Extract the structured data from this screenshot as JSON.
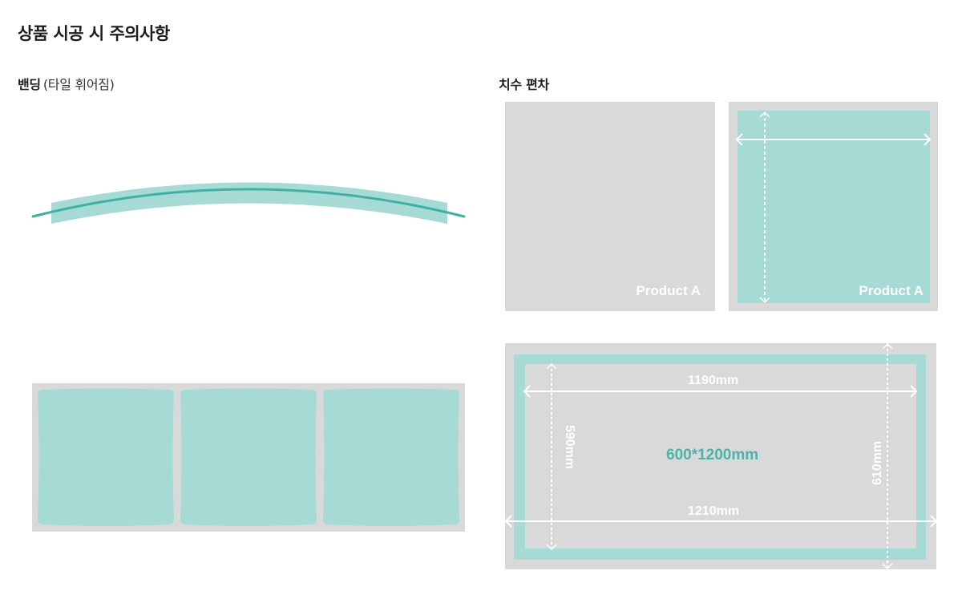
{
  "page": {
    "title": "상품 시공 시 주의사항"
  },
  "bending": {
    "title": "밴딩",
    "subtitle": "(타일 휘어짐)",
    "tile_count": 3
  },
  "dimension": {
    "title": "치수 편차",
    "product_left_label": "Product A",
    "product_right_label": "Product A",
    "width_inner": "1190mm",
    "width_outer": "1210mm",
    "height_inner": "590mm",
    "height_outer": "610mm",
    "nominal_size": "600*1200mm"
  },
  "colors": {
    "teal_fill": "#a6dad4",
    "teal_line": "#3fb1a4",
    "gray_bg": "#d9d9d9",
    "nominal_text": "#4cb3a6",
    "white": "#ffffff"
  }
}
